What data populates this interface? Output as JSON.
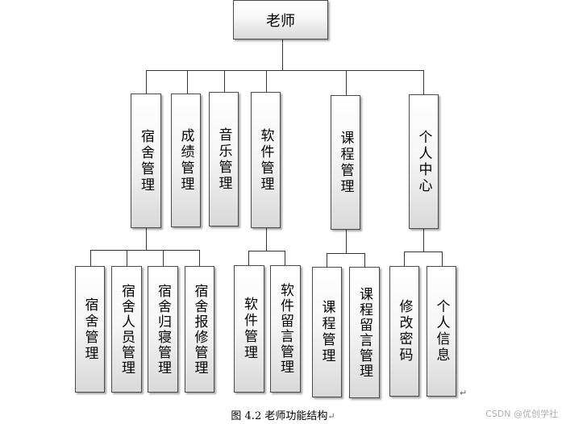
{
  "root": "老师",
  "level1": [
    "宿舍管理",
    "成绩管理",
    "音乐管理",
    "软件管理",
    "课程管理",
    "个人中心"
  ],
  "dorm_children": [
    "宿舍管理",
    "宿舍人员管理",
    "宿舍归寝管理",
    "宿舍报修管理"
  ],
  "software_children": [
    "软件管理",
    "软件留言管理"
  ],
  "course_children": [
    "课程管理",
    "课程留言管理"
  ],
  "personal_children": [
    "修改密码",
    "个人信息"
  ],
  "caption": "图 4.2  老师功能结构",
  "watermark": "CSDN @优创学社"
}
